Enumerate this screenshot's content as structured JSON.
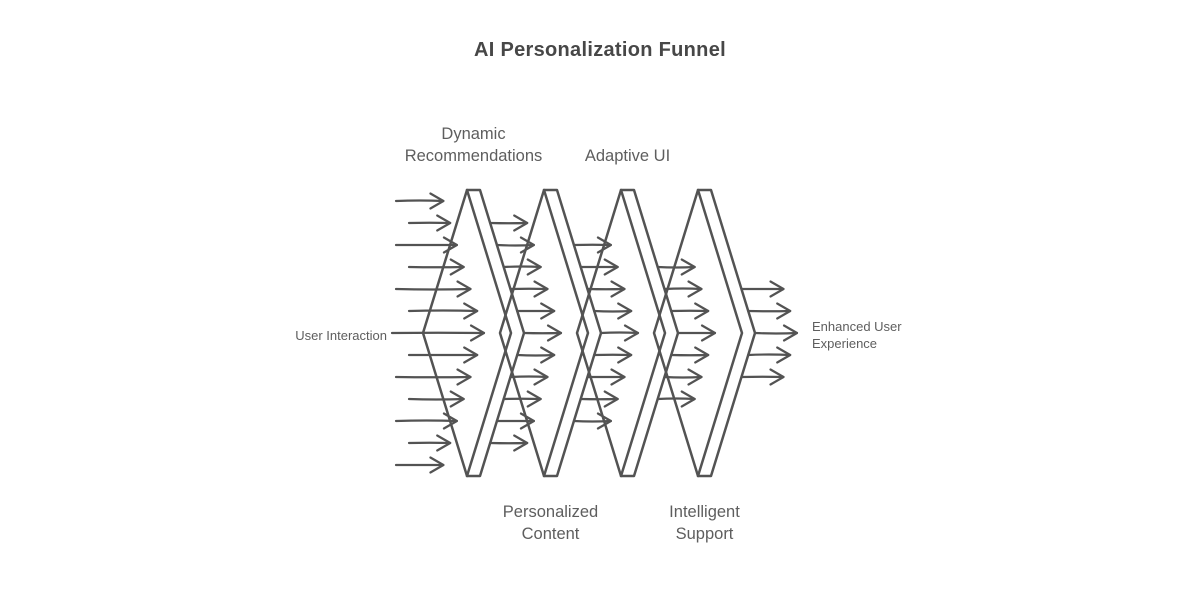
{
  "title": "AI Personalization Funnel",
  "input_label": "User Interaction",
  "output_label": "Enhanced User\nExperience",
  "stages": [
    {
      "label": "Dynamic\nRecommendations",
      "label_position": "top"
    },
    {
      "label": "Personalized\nContent",
      "label_position": "bottom"
    },
    {
      "label": "Adaptive UI",
      "label_position": "top"
    },
    {
      "label": "Intelligent\nSupport",
      "label_position": "bottom"
    }
  ],
  "arrows": {
    "counts_per_gap": [
      13,
      11,
      9,
      7,
      5
    ]
  },
  "colors": {
    "stroke": "#535353",
    "title_text": "#474747",
    "label_text": "#5e5e5e",
    "background": "#ffffff"
  }
}
